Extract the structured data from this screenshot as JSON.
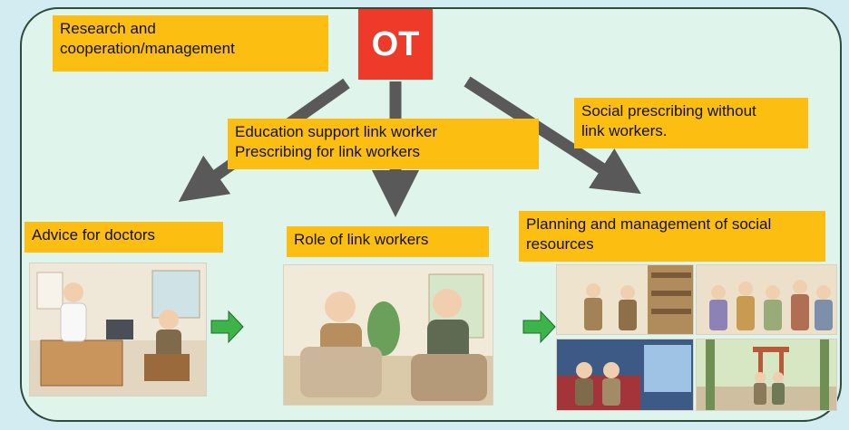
{
  "ot_label": "OT",
  "labels": {
    "research": "Research and\n cooperation/management",
    "social_no_link": "Social prescribing without\nlink workers.",
    "education": "Education support link worker\nPrescribing for link workers",
    "advice": "Advice for doctors",
    "role": "Role of link workers",
    "planning": "Planning and management of social\nresources"
  },
  "colors": {
    "ot_box": "#ee3a28",
    "label_bg": "#fdbe12",
    "frame_bg": "#dff4ea",
    "big_arrow": "#595959",
    "small_arrow": "#3db449"
  },
  "illustrations": {
    "doctor": "doctor-consulting-elderly-patient",
    "link_worker": "link-worker-talking-with-elderly-man",
    "library": "elderly-people-in-library",
    "community": "elderly-group-gathering",
    "cinema": "elderly-couple-at-cinema",
    "shrine": "elderly-walking-at-shrine"
  }
}
